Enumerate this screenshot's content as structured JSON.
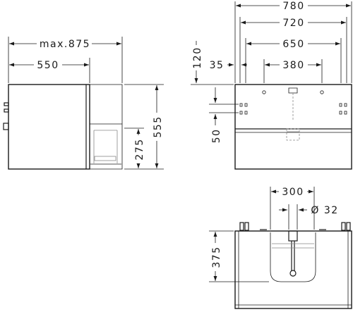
{
  "views": {
    "side": {
      "dims": {
        "max_depth": "max.875",
        "depth": "550",
        "height": "555",
        "drawer_height": "275"
      }
    },
    "front": {
      "dims": {
        "width_780": "780",
        "width_720": "720",
        "width_650": "650",
        "offset_35": "35",
        "spacing_380": "380",
        "height_120": "120",
        "height_50": "50"
      }
    },
    "top": {
      "dims": {
        "dist_300": "300",
        "diameter": "Ø 32",
        "depth_375": "375"
      }
    }
  }
}
